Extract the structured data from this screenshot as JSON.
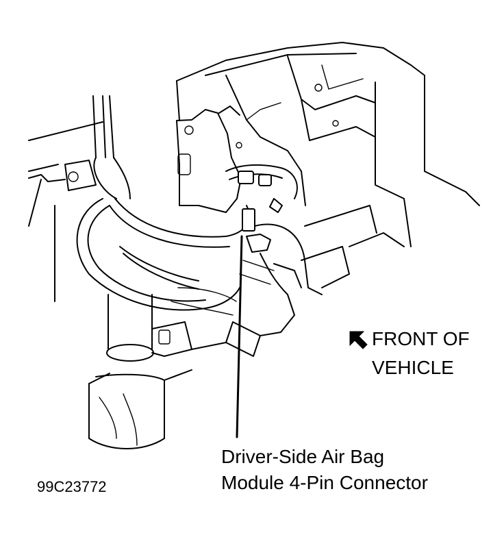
{
  "callout": {
    "line1": "Driver-Side Air Bag",
    "line2": "Module 4-Pin Connector"
  },
  "orientation": {
    "icon": "front-arrow-icon",
    "line1": "FRONT OF",
    "line2": "VEHICLE"
  },
  "figure_id": "99C23772",
  "colors": {
    "ink": "#000000",
    "paper": "#ffffff"
  }
}
